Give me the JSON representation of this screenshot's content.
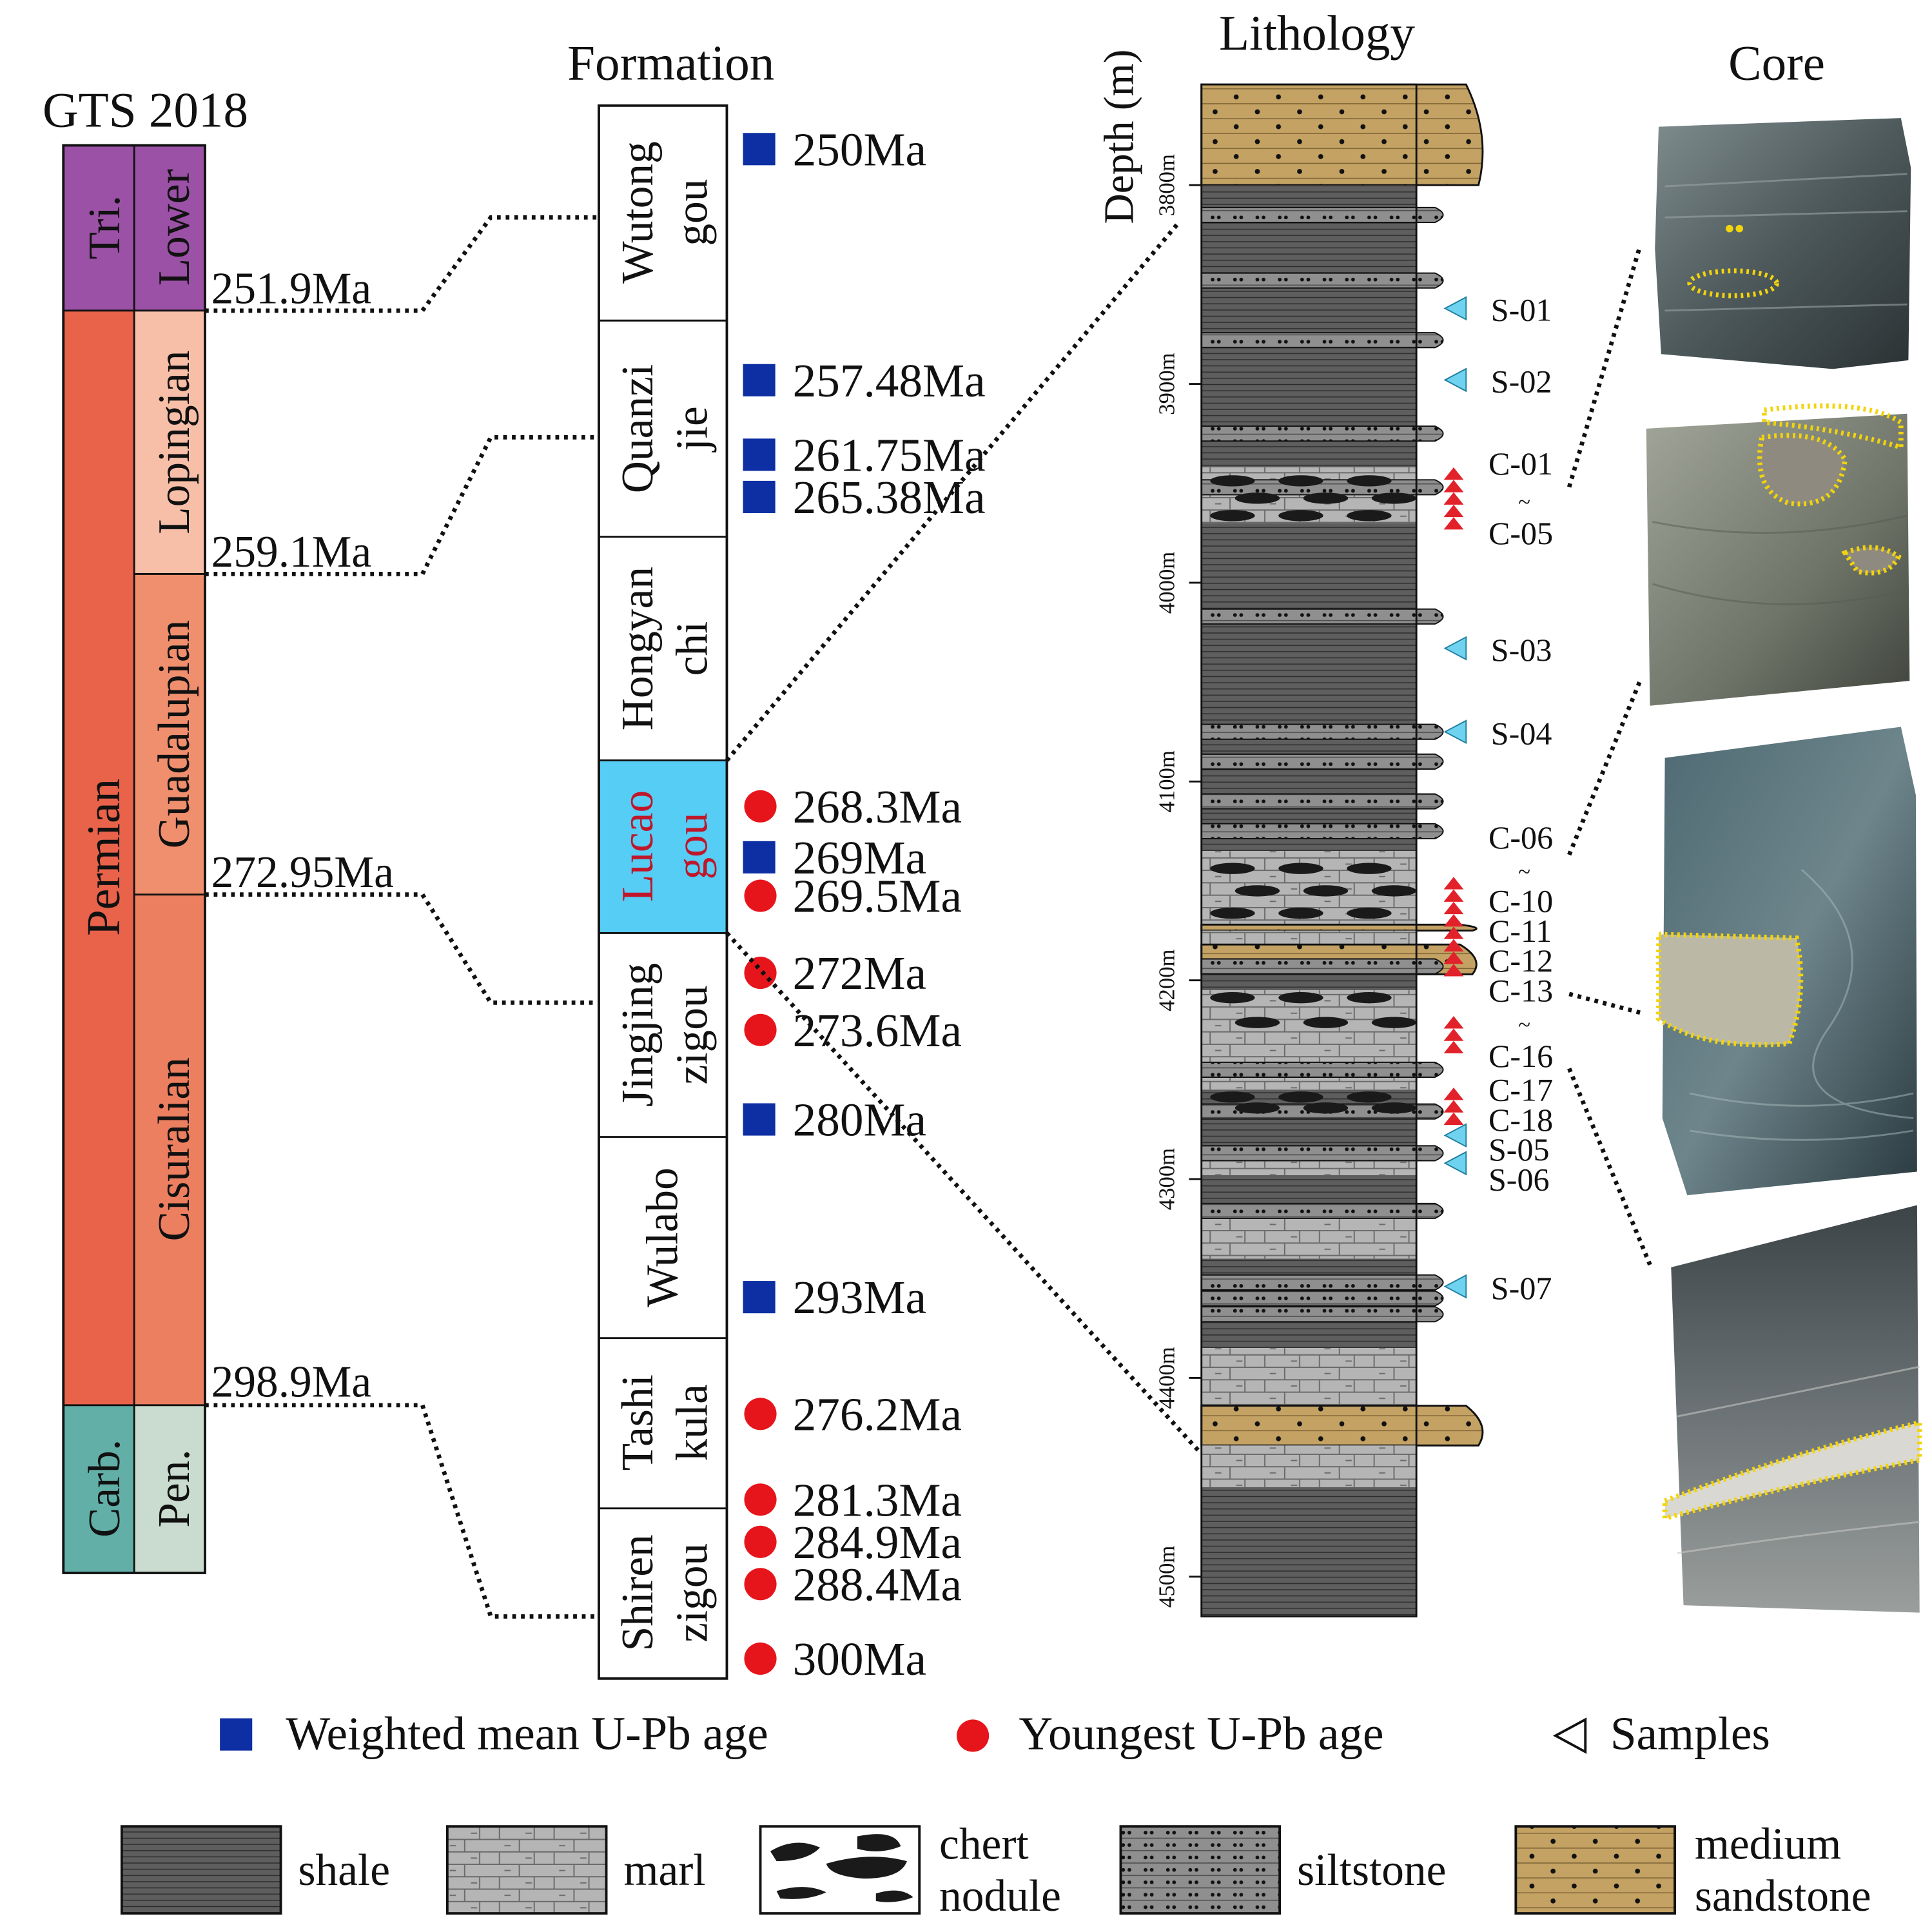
{
  "colors": {
    "triassic": "#9b51a6",
    "permian": "#e8634a",
    "lopingian": "#f7bfa8",
    "guadalupian": "#f08f6e",
    "cisuralian": "#ec7f60",
    "carboniferous": "#62afa8",
    "pennsylvanian": "#c9dccf",
    "lucaogou_fill": "#55cdf5",
    "lucaogou_text": "#c0162a",
    "weighted_mean_marker": "#0d2fa3",
    "youngest_marker": "#e6151b",
    "sample_marker": "#6fd3f0",
    "core_sample_marker": "#e2222a",
    "shale": "#5e5e5e",
    "marl": "#b5b5b5",
    "siltstone": "#8f8f8f",
    "sandstone": "#c3a264",
    "nodule_outline": "#f2d40c"
  },
  "gts": {
    "title": "GTS 2018",
    "periods": [
      {
        "label": "Tri.",
        "color_key": "triassic"
      },
      {
        "label": "Permian",
        "color_key": "permian"
      },
      {
        "label": "Carb.",
        "color_key": "carboniferous"
      }
    ],
    "epochs": [
      {
        "label": "Lower",
        "color_key": "triassic"
      },
      {
        "label": "Lopingian",
        "color_key": "lopingian"
      },
      {
        "label": "Guadalupian",
        "color_key": "guadalupian"
      },
      {
        "label": "Cisuralian",
        "color_key": "cisuralian"
      },
      {
        "label": "Pen.",
        "color_key": "pennsylvanian"
      }
    ],
    "boundaries": [
      "251.9Ma",
      "259.1Ma",
      "272.95Ma",
      "298.9Ma"
    ]
  },
  "formation": {
    "title": "Formation",
    "units": [
      {
        "lines": [
          "Wutong",
          "gou"
        ]
      },
      {
        "lines": [
          "Quanzi",
          "jie"
        ]
      },
      {
        "lines": [
          "Hongyan",
          "chi"
        ]
      },
      {
        "lines": [
          "Lucao",
          "gou"
        ],
        "highlight": true
      },
      {
        "lines": [
          "Jingjing",
          "zigou"
        ]
      },
      {
        "lines": [
          "Wulabo"
        ]
      },
      {
        "lines": [
          "Tashi",
          "kula"
        ]
      },
      {
        "lines": [
          "Shiren",
          "zigou"
        ]
      }
    ],
    "ages": [
      {
        "label": "250Ma",
        "kind": "weighted"
      },
      {
        "label": "257.48Ma",
        "kind": "weighted"
      },
      {
        "label": "261.75Ma",
        "kind": "weighted"
      },
      {
        "label": "265.38Ma",
        "kind": "weighted"
      },
      {
        "label": "268.3Ma",
        "kind": "youngest"
      },
      {
        "label": "269Ma",
        "kind": "weighted"
      },
      {
        "label": "269.5Ma",
        "kind": "youngest"
      },
      {
        "label": "272Ma",
        "kind": "youngest"
      },
      {
        "label": "273.6Ma",
        "kind": "youngest"
      },
      {
        "label": "280Ma",
        "kind": "weighted"
      },
      {
        "label": "293Ma",
        "kind": "weighted"
      },
      {
        "label": "276.2Ma",
        "kind": "youngest"
      },
      {
        "label": "281.3Ma",
        "kind": "youngest"
      },
      {
        "label": "284.9Ma",
        "kind": "youngest"
      },
      {
        "label": "288.4Ma",
        "kind": "youngest"
      },
      {
        "label": "300Ma",
        "kind": "youngest"
      }
    ]
  },
  "lithology": {
    "title": "Lithology",
    "depth_axis_label": "Depth (m)",
    "depth_ticks": [
      "3800m",
      "3900m",
      "4000m",
      "4100m",
      "4200m",
      "4300m",
      "4400m",
      "4500m"
    ],
    "depth_range_m": [
      3750,
      4520
    ],
    "beds": [
      {
        "from_m": 3750,
        "to_m": 3800,
        "type": "sandstone"
      },
      {
        "from_m": 3800,
        "to_m": 3942,
        "type": "shale"
      },
      {
        "from_m": 3942,
        "to_m": 3970,
        "type": "marl"
      },
      {
        "from_m": 3970,
        "to_m": 4135,
        "type": "shale"
      },
      {
        "from_m": 4135,
        "to_m": 4172,
        "type": "marl"
      },
      {
        "from_m": 4172,
        "to_m": 4175,
        "type": "sandstone"
      },
      {
        "from_m": 4175,
        "to_m": 4182,
        "type": "marl"
      },
      {
        "from_m": 4182,
        "to_m": 4197,
        "type": "sandstone"
      },
      {
        "from_m": 4197,
        "to_m": 4205,
        "type": "shale"
      },
      {
        "from_m": 4205,
        "to_m": 4255,
        "type": "marl"
      },
      {
        "from_m": 4255,
        "to_m": 4285,
        "type": "shale"
      },
      {
        "from_m": 4285,
        "to_m": 4298,
        "type": "marl"
      },
      {
        "from_m": 4298,
        "to_m": 4316,
        "type": "shale"
      },
      {
        "from_m": 4316,
        "to_m": 4340,
        "type": "marl"
      },
      {
        "from_m": 4340,
        "to_m": 4385,
        "type": "shale"
      },
      {
        "from_m": 4385,
        "to_m": 4414,
        "type": "marl"
      },
      {
        "from_m": 4414,
        "to_m": 4434,
        "type": "sandstone"
      },
      {
        "from_m": 4434,
        "to_m": 4455,
        "type": "marl"
      },
      {
        "from_m": 4455,
        "to_m": 4520,
        "type": "shale"
      }
    ],
    "siltstone_beds_m": [
      3815,
      3848,
      3878,
      3925,
      3952,
      4017,
      4075,
      4090,
      4110,
      4125,
      4193,
      4245,
      4266,
      4287,
      4316,
      4352,
      4360,
      4368
    ],
    "chert_intervals_m": [
      [
        3945,
        3970
      ],
      [
        4140,
        4170
      ],
      [
        4205,
        4225
      ],
      [
        4255,
        4268
      ]
    ],
    "samples": [
      {
        "label": "S-01",
        "depth_m": 3862
      },
      {
        "label": "S-02",
        "depth_m": 3898
      },
      {
        "label": "S-03",
        "depth_m": 4033
      },
      {
        "label": "S-04",
        "depth_m": 4075
      },
      {
        "label": "S-05",
        "depth_m": 4278
      },
      {
        "label": "S-06",
        "depth_m": 4292
      },
      {
        "label": "S-07",
        "depth_m": 4354
      }
    ],
    "core_sample_labels": [
      {
        "label": "C-01",
        "depth_m": 3940
      },
      {
        "label": "C-05",
        "depth_m": 3975
      },
      {
        "label": "C-06",
        "depth_m": 4128
      },
      {
        "label": "C-10",
        "depth_m": 4160
      },
      {
        "label": "C-11",
        "depth_m": 4175
      },
      {
        "label": "C-12",
        "depth_m": 4190
      },
      {
        "label": "C-13",
        "depth_m": 4205
      },
      {
        "label": "C-16",
        "depth_m": 4238
      },
      {
        "label": "C-17",
        "depth_m": 4255
      },
      {
        "label": "C-18",
        "depth_m": 4270
      },
      {
        "label": "S-05",
        "depth_m": 4285
      },
      {
        "label": "S-06",
        "depth_m": 4300
      }
    ],
    "tilde": "~",
    "core_sample_triangles": [
      {
        "from_m": 3942,
        "to_m": 3972
      },
      {
        "from_m": 4148,
        "to_m": 4196
      },
      {
        "from_m": 4218,
        "to_m": 4236
      },
      {
        "from_m": 4254,
        "to_m": 4268
      }
    ]
  },
  "core": {
    "title": "Core"
  },
  "legend": {
    "markers": [
      {
        "label": "Weighted mean U-Pb age",
        "kind": "weighted"
      },
      {
        "label": "Youngest U-Pb age",
        "kind": "youngest"
      },
      {
        "label": "Samples",
        "kind": "sample"
      }
    ],
    "lithologies": [
      {
        "lines": [
          "shale"
        ],
        "type": "shale"
      },
      {
        "lines": [
          "marl"
        ],
        "type": "marl"
      },
      {
        "lines": [
          "chert",
          "nodule"
        ],
        "type": "chert"
      },
      {
        "lines": [
          "siltstone"
        ],
        "type": "siltstone"
      },
      {
        "lines": [
          "medium",
          "sandstone"
        ],
        "type": "sandstone"
      }
    ]
  }
}
